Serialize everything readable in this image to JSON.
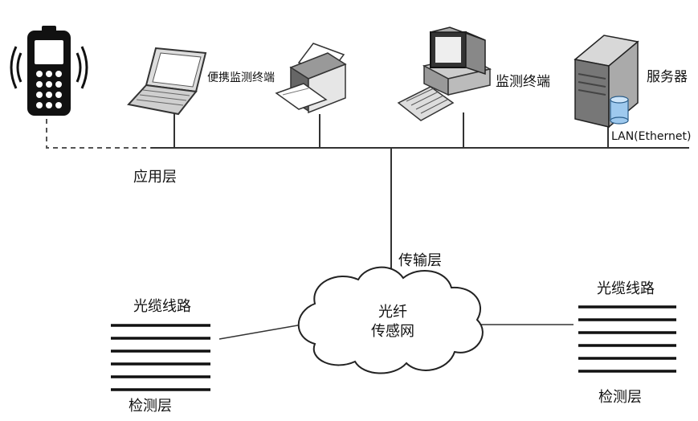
{
  "labels": {
    "portable_terminal": "便携监测终端",
    "monitor_terminal": "监测终端",
    "server": "服务器",
    "lan": "LAN(Ethernet)",
    "application_layer": "应用层",
    "transport_layer": "传输层",
    "sensing_network_line1": "光纤",
    "sensing_network_line2": "传感网",
    "cable_left": "光缆线路",
    "cable_right": "光缆线路",
    "detection_left": "检测层",
    "detection_right": "检测层"
  }
}
